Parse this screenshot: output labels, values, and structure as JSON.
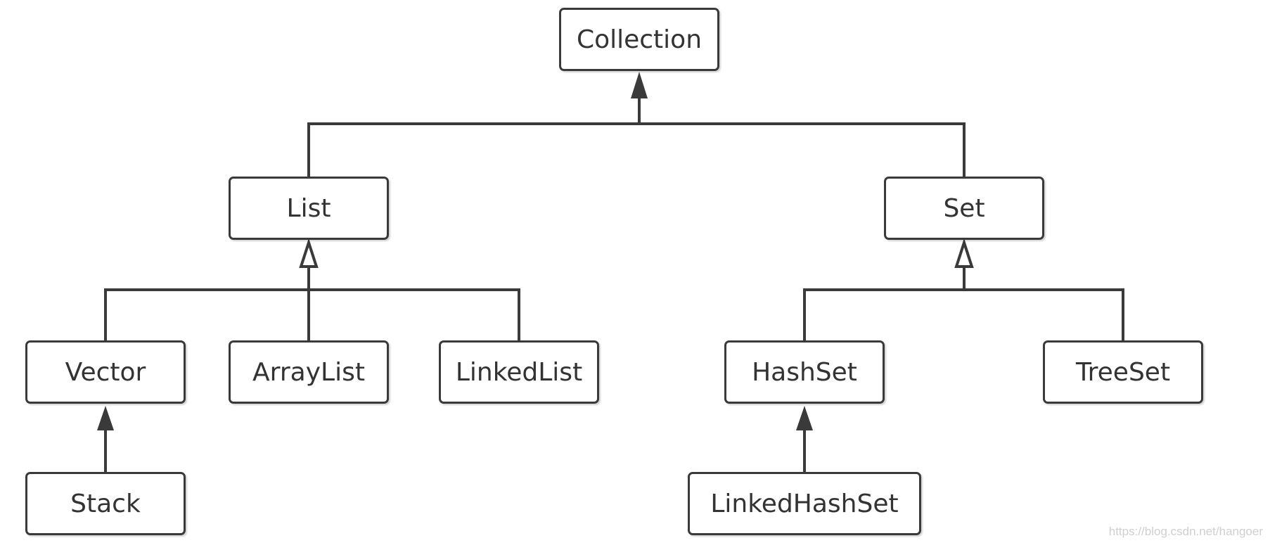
{
  "nodes": {
    "collection": "Collection",
    "list": "List",
    "set": "Set",
    "vector": "Vector",
    "arraylist": "ArrayList",
    "linkedlist": "LinkedList",
    "hashset": "HashSet",
    "treeset": "TreeSet",
    "stack": "Stack",
    "linkedhashset": "LinkedHashSet"
  },
  "watermark": "https://blog.csdn.net/hangoer",
  "colors": {
    "stroke": "#3a3a3a",
    "text": "#333333",
    "watermark": "#cfcfcf"
  }
}
